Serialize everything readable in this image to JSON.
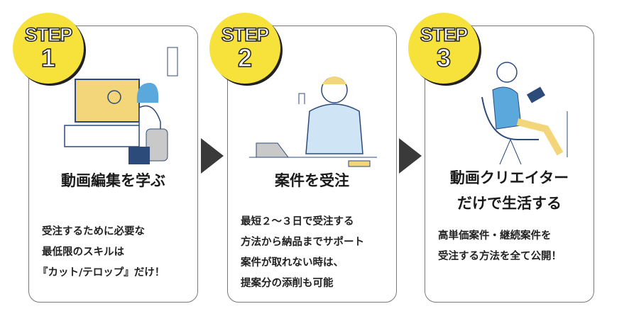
{
  "steps": [
    {
      "badge_label": "STEP",
      "badge_number": "1",
      "title_lines": [
        "動画編集を学ぶ"
      ],
      "body_lines": [
        "受注するために必要な",
        "最低限のスキルは",
        "『カット/テロップ』だけ！"
      ]
    },
    {
      "badge_label": "STEP",
      "badge_number": "2",
      "title_lines": [
        "案件を受注"
      ],
      "body_lines": [
        "最短２〜３日で受注する",
        "方法から納品までサポート",
        "案件が取れない時は、",
        "提案分の添削も可能"
      ]
    },
    {
      "badge_label": "STEP",
      "badge_number": "3",
      "title_lines": [
        "動画クリエイター",
        "だけで生活する"
      ],
      "body_lines": [
        "高単価案件・継続案件を",
        "受注する方法を全て公開！"
      ]
    }
  ],
  "colors": {
    "badge": "#f6e23a",
    "arrow": "#3a3a3a",
    "accent_blue": "#5aa8dc"
  }
}
